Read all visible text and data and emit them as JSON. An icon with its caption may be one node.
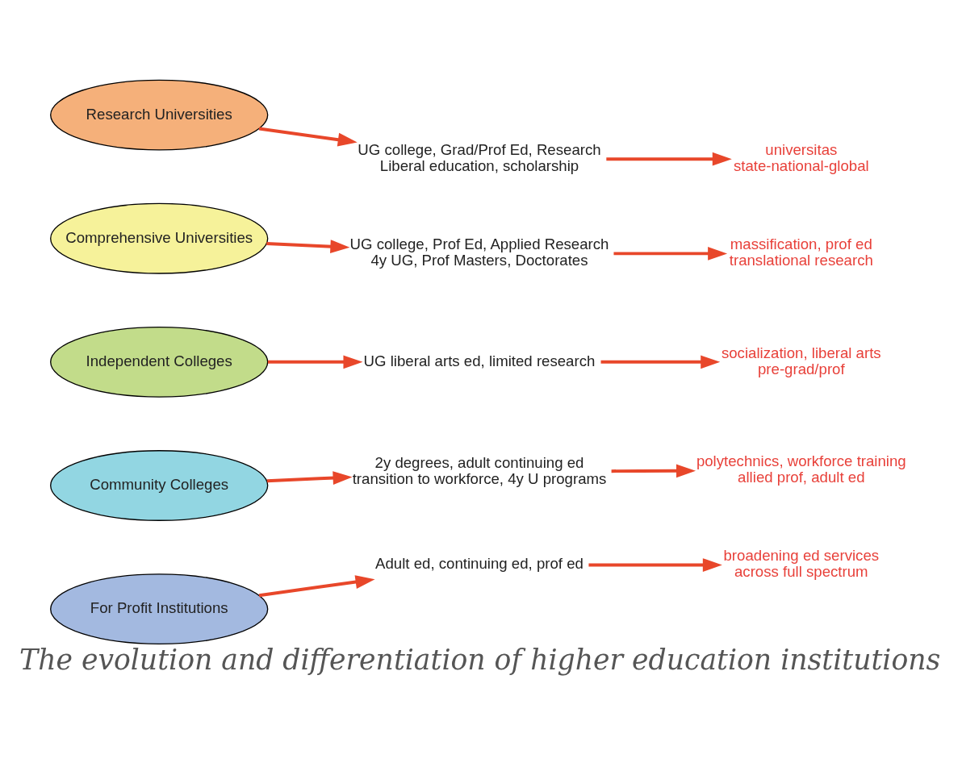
{
  "diagram": {
    "caption": "The evolution and differentiation of higher education institutions",
    "nodes": [
      {
        "text": [
          "Research Universities"
        ]
      },
      {
        "text": [
          "UG college, Grad/Prof Ed, Research",
          "Liberal education, scholarship"
        ]
      },
      {
        "text": [
          "universitas",
          "state-national-global"
        ]
      },
      {
        "text": [
          "Comprehensive Universities"
        ]
      },
      {
        "text": [
          "UG college, Prof Ed, Applied Research",
          "4y UG, Prof Masters, Doctorates"
        ]
      },
      {
        "text": [
          "massification, prof ed",
          "translational research"
        ]
      },
      {
        "text": [
          "Independent Colleges"
        ]
      },
      {
        "text": [
          "UG liberal arts ed, limited research"
        ]
      },
      {
        "text": [
          "socialization, liberal arts",
          "pre-grad/prof"
        ]
      },
      {
        "text": [
          "Community Colleges"
        ]
      },
      {
        "text": [
          "2y degrees, adult continuing ed",
          "transition to workforce, 4y U programs"
        ]
      },
      {
        "text": [
          "polytechnics, workforce training",
          "allied prof, adult ed"
        ]
      },
      {
        "text": [
          "For Profit Institutions"
        ]
      },
      {
        "text": [
          "Adult ed, continuing ed, prof ed"
        ]
      },
      {
        "text": [
          "broadening ed services",
          "across full spectrum"
        ]
      }
    ],
    "edges": [
      {
        "from": 0,
        "to": 1,
        "arrow": "to"
      },
      {
        "from": 1,
        "to": 2,
        "arrow": "to"
      },
      {
        "from": 3,
        "to": 4,
        "arrow": "to"
      },
      {
        "from": 4,
        "to": 5,
        "arrow": "to"
      },
      {
        "from": 6,
        "to": 7,
        "arrow": "to"
      },
      {
        "from": 7,
        "to": 8,
        "arrow": "to"
      },
      {
        "from": 9,
        "to": 10,
        "arrow": "to"
      },
      {
        "from": 10,
        "to": 11,
        "arrow": "to"
      },
      {
        "from": 12,
        "to": 13,
        "arrow": "to"
      },
      {
        "from": 13,
        "to": 14,
        "arrow": "to"
      }
    ]
  }
}
